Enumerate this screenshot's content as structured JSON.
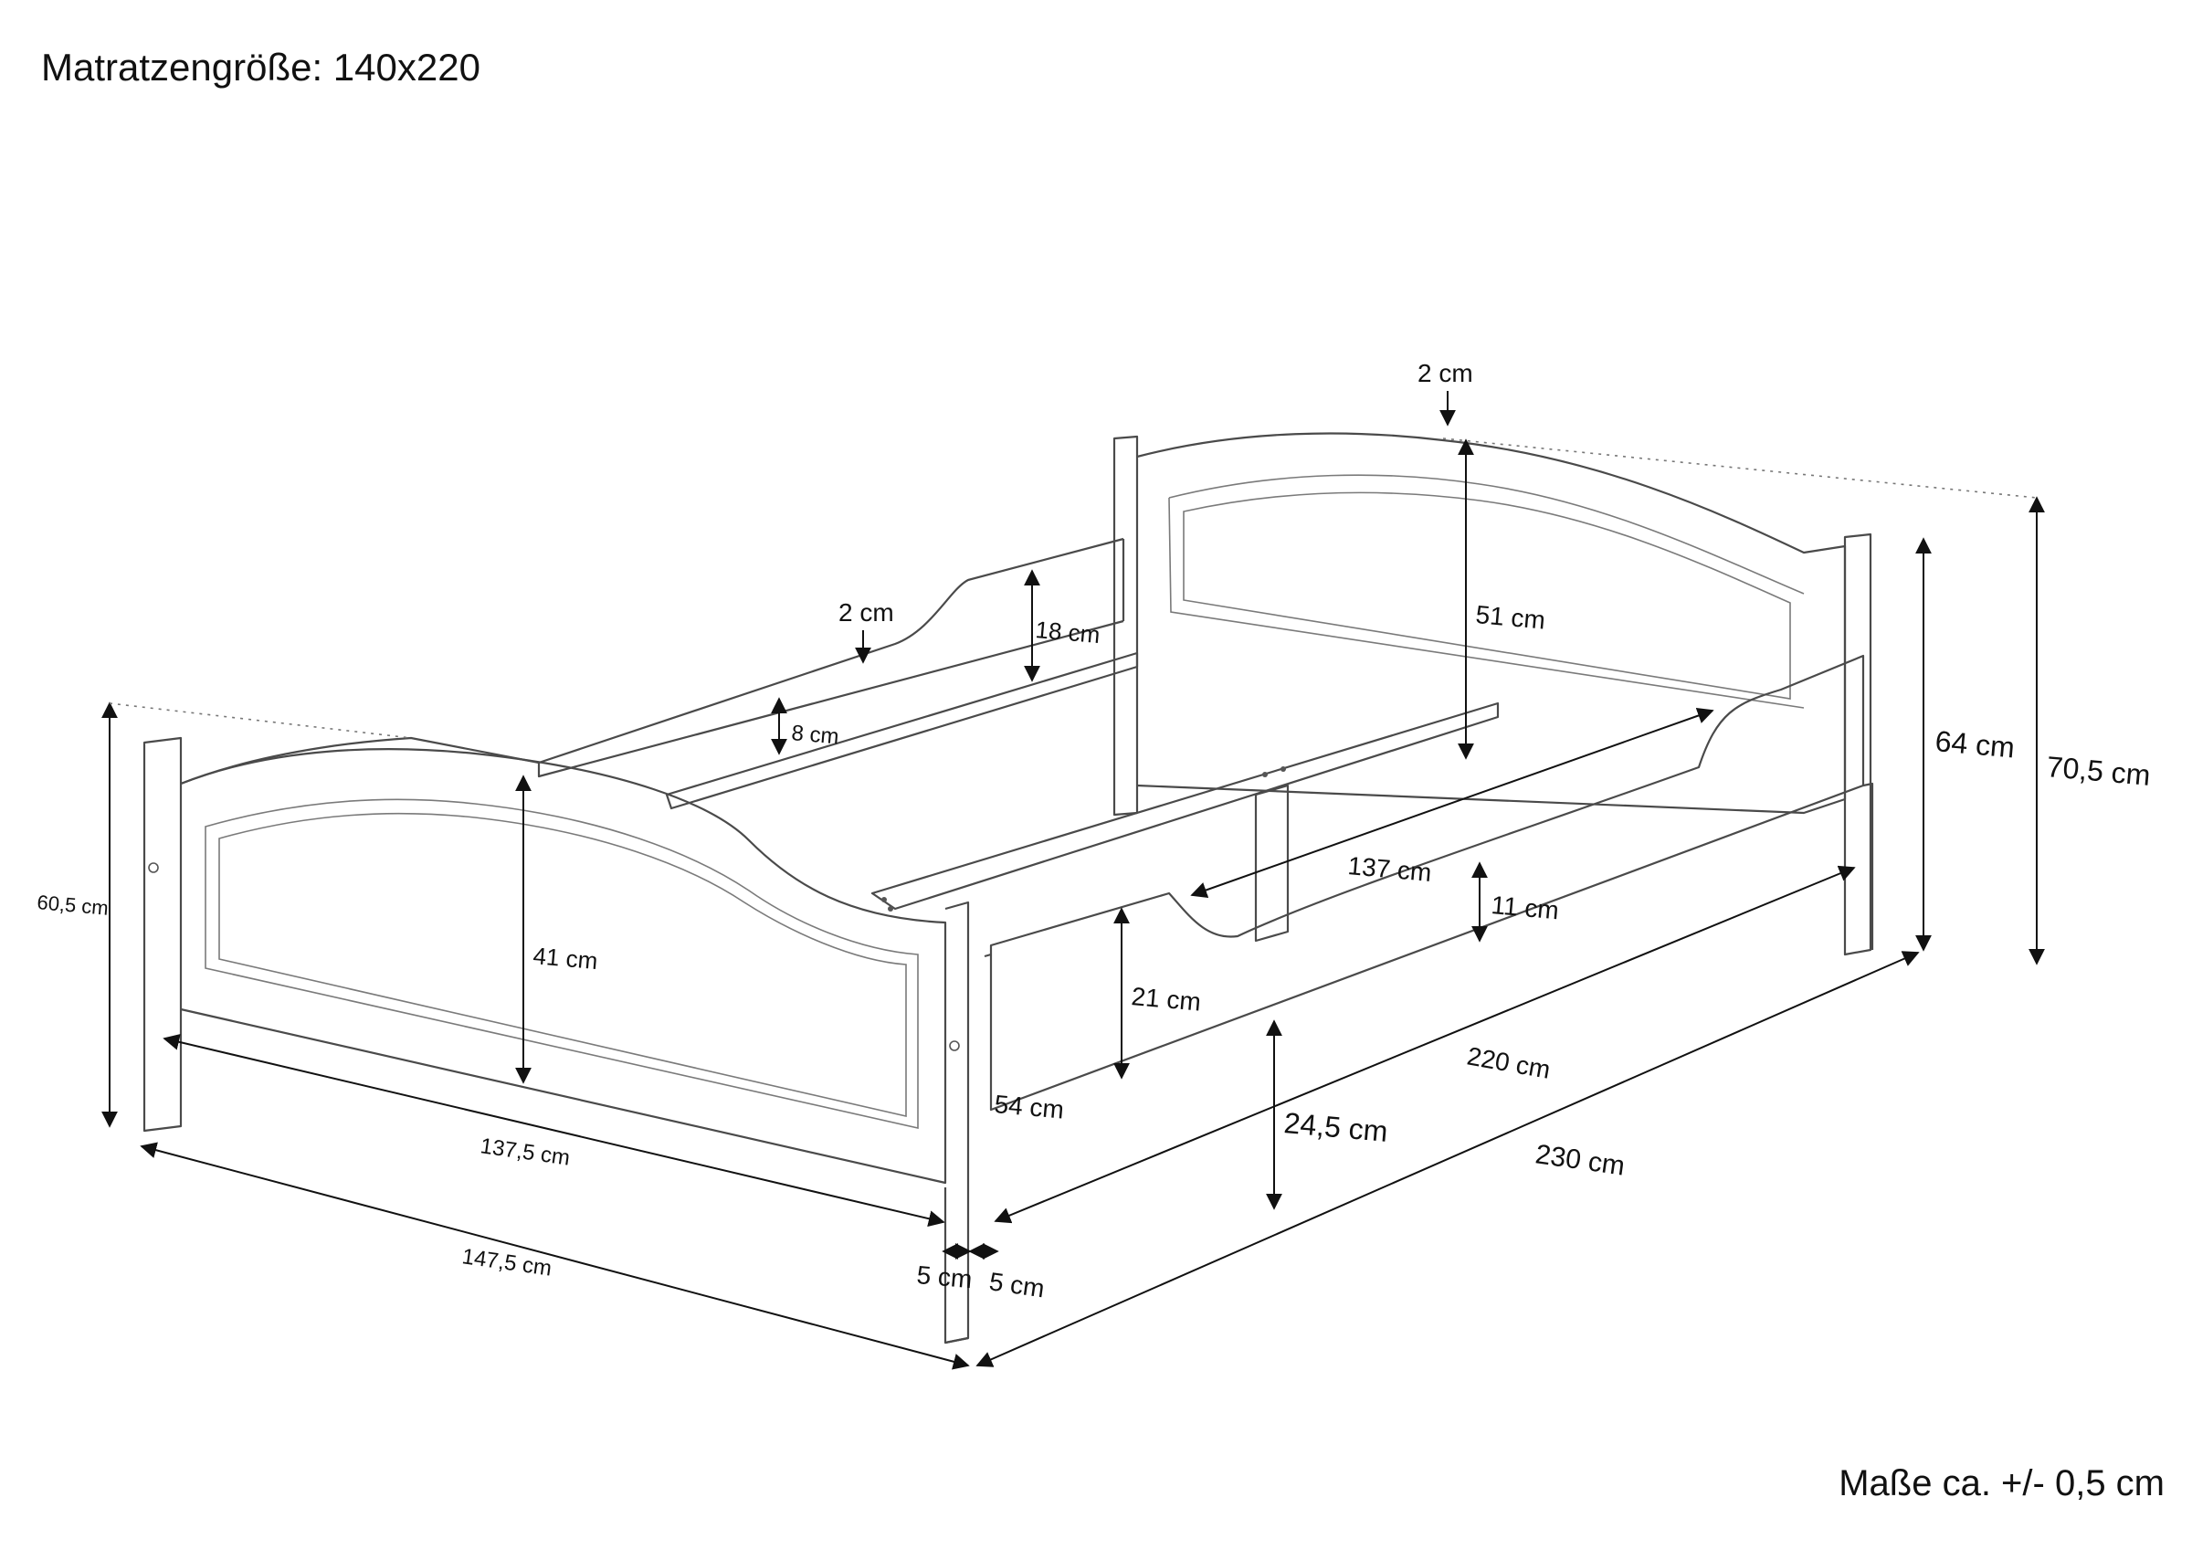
{
  "title": "Matratzengröße: 140x220",
  "tolerance_note": "Maße ca. +/- 0,5 cm",
  "dimensions": {
    "top_thickness_headboard": "2 cm",
    "top_thickness_side": "2 cm",
    "headboard_panel_height": "51 cm",
    "side_upper_height": "18 cm",
    "slat_rail_height": "8 cm",
    "headboard_total_height": "64 cm",
    "overall_height": "70,5 cm",
    "footboard_height": "60,5 cm",
    "footboard_panel_height": "41 cm",
    "inner_width": "137 cm",
    "side_rail_cutout": "11 cm",
    "side_rail_height": "21 cm",
    "inner_length": "220 cm",
    "rail_to_floor": "24,5 cm",
    "mid_height": "54 cm",
    "footboard_inner_width": "137,5 cm",
    "overall_width": "147,5 cm",
    "overall_length": "230 cm",
    "post_width_a": "5 cm",
    "post_width_b": "5 cm"
  }
}
